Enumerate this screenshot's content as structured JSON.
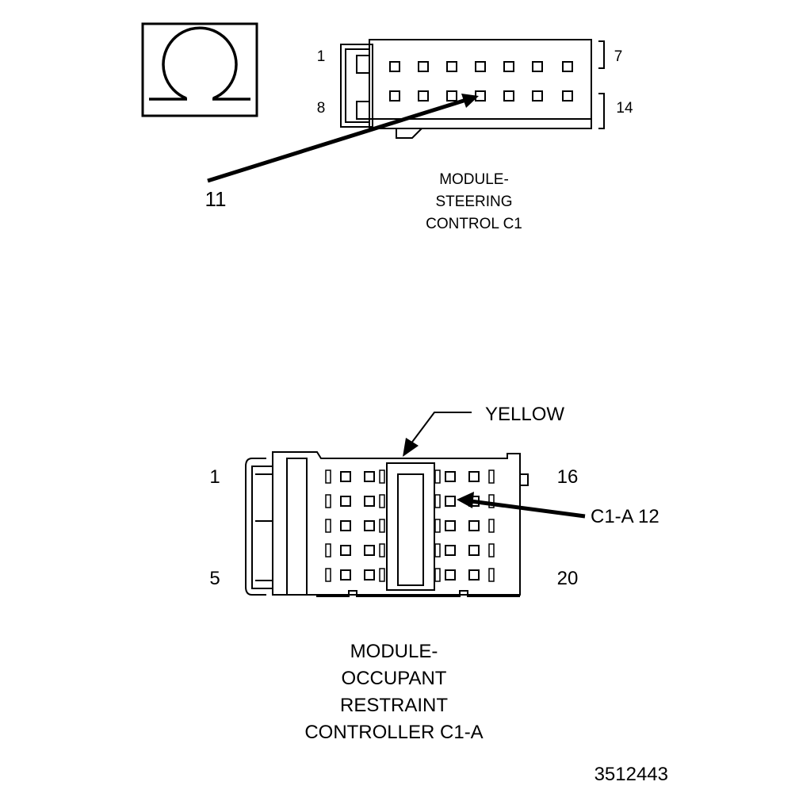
{
  "ohm_symbol": {
    "glyph": "Ω",
    "icon": "ohm-resistance-icon"
  },
  "steering_connector": {
    "pin_labels": {
      "top_left": "1",
      "top_right": "7",
      "bottom_left": "8",
      "bottom_right": "14"
    },
    "callout": "11",
    "caption": [
      "MODULE-",
      "STEERING",
      "CONTROL C1"
    ]
  },
  "occupant_connector": {
    "color_callout": "YELLOW",
    "pin_labels": {
      "top_left": "1",
      "top_right": "16",
      "bottom_left": "5",
      "bottom_right": "20"
    },
    "callout": "C1-A 12",
    "caption": [
      "MODULE-",
      "OCCUPANT",
      "RESTRAINT",
      "CONTROLLER C1-A"
    ]
  },
  "figure_number": "3512443",
  "colors": {
    "ink": "#000000",
    "paper": "#ffffff"
  }
}
